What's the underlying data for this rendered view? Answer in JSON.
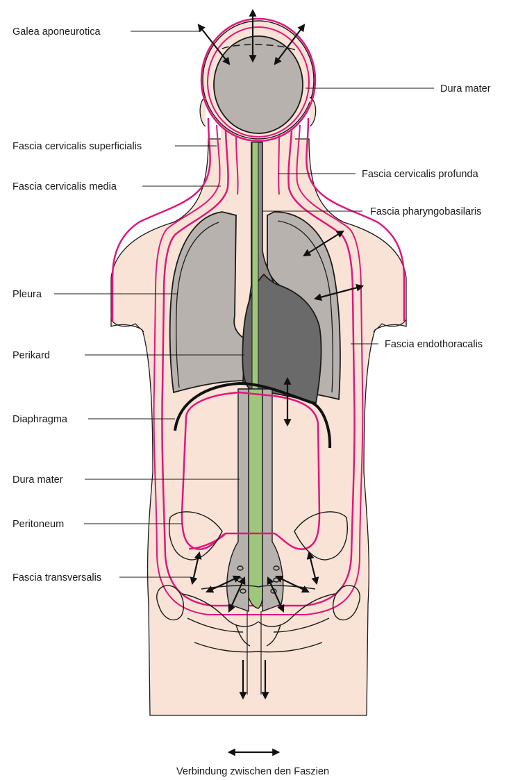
{
  "labels_left": [
    "Galea aponeurotica",
    "Fascia cervicalis superficialis",
    "Fascia cervicalis media",
    "Pleura",
    "Perikard",
    "Diaphragma",
    "Dura mater",
    "Peritoneum",
    "Fascia transversalis"
  ],
  "labels_right": [
    "Dura mater",
    "Fascia cervicalis profunda",
    "Fascia pharyngobasilaris",
    "Fascia endothoracalis"
  ],
  "legend": {
    "text": "Verbindung zwischen den Faszien"
  },
  "colors": {
    "skin": "#f8e3d6",
    "fascia": "#e2167c",
    "organ": "#b8b2ae",
    "heart": "#6a6a6a",
    "spinal_cord": "#9fc77c"
  }
}
